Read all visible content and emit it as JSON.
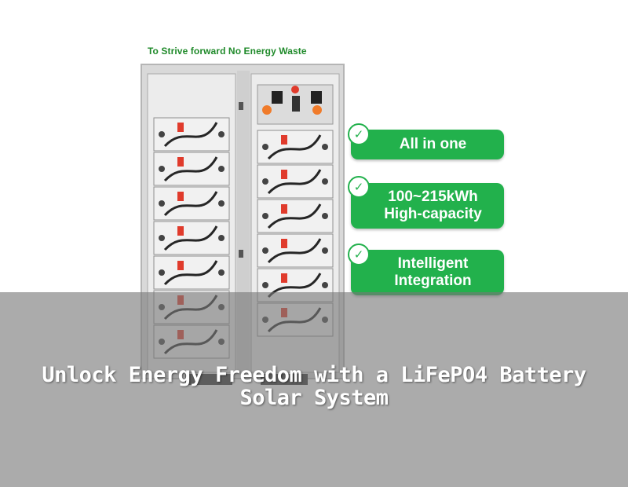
{
  "image": {
    "tagline": "To Strive forward No Energy Waste",
    "features": [
      {
        "label": "All in one"
      },
      {
        "label": "100~215kWh\nHigh-capacity"
      },
      {
        "label": "Intelligent\nIntegration"
      }
    ],
    "check_glyph": "✓",
    "colors": {
      "feature_green": "#22b14c",
      "cabinet": "#e6e6e6",
      "cable": "#262626",
      "terminal_red": "#e03b2c"
    }
  },
  "headline": "Unlock Energy Freedom with a LiFePO4 Battery Solar System"
}
